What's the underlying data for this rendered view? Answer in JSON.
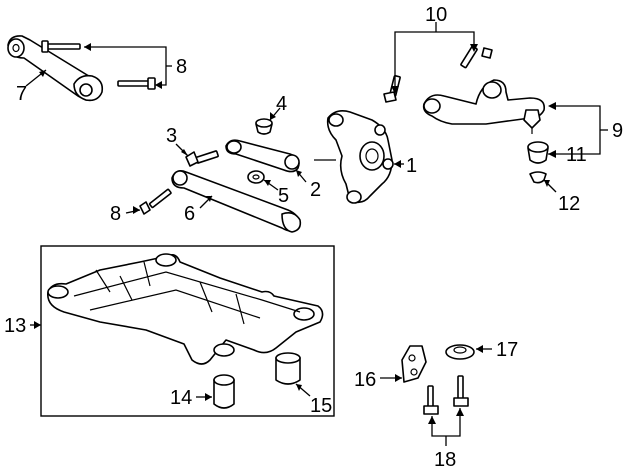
{
  "callouts": [
    {
      "id": "1",
      "text": "1"
    },
    {
      "id": "2",
      "text": "2"
    },
    {
      "id": "3",
      "text": "3"
    },
    {
      "id": "4",
      "text": "4"
    },
    {
      "id": "5",
      "text": "5"
    },
    {
      "id": "6",
      "text": "6"
    },
    {
      "id": "7",
      "text": "7"
    },
    {
      "id": "8a",
      "text": "8"
    },
    {
      "id": "8b",
      "text": "8"
    },
    {
      "id": "9",
      "text": "9"
    },
    {
      "id": "10",
      "text": "10"
    },
    {
      "id": "11",
      "text": "11"
    },
    {
      "id": "12",
      "text": "12"
    },
    {
      "id": "13",
      "text": "13"
    },
    {
      "id": "14",
      "text": "14"
    },
    {
      "id": "15",
      "text": "15"
    },
    {
      "id": "16",
      "text": "16"
    },
    {
      "id": "17",
      "text": "17"
    },
    {
      "id": "18",
      "text": "18"
    }
  ]
}
